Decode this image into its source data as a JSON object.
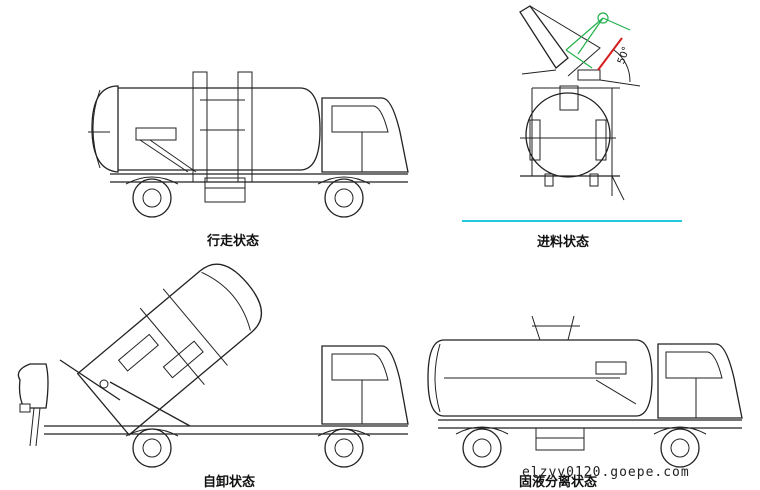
{
  "labels": {
    "driving": "行走状态",
    "loading": "进料状态",
    "dumping": "自卸状态",
    "separation": "固液分离状态"
  },
  "angle_annotation": "50°",
  "watermark": "elzyy0120.goepe.com",
  "colors": {
    "line": "#222222",
    "cyan_rule": "#22c8e0",
    "green_arm": "#22b14c",
    "red_cylinder": "#d42020"
  }
}
